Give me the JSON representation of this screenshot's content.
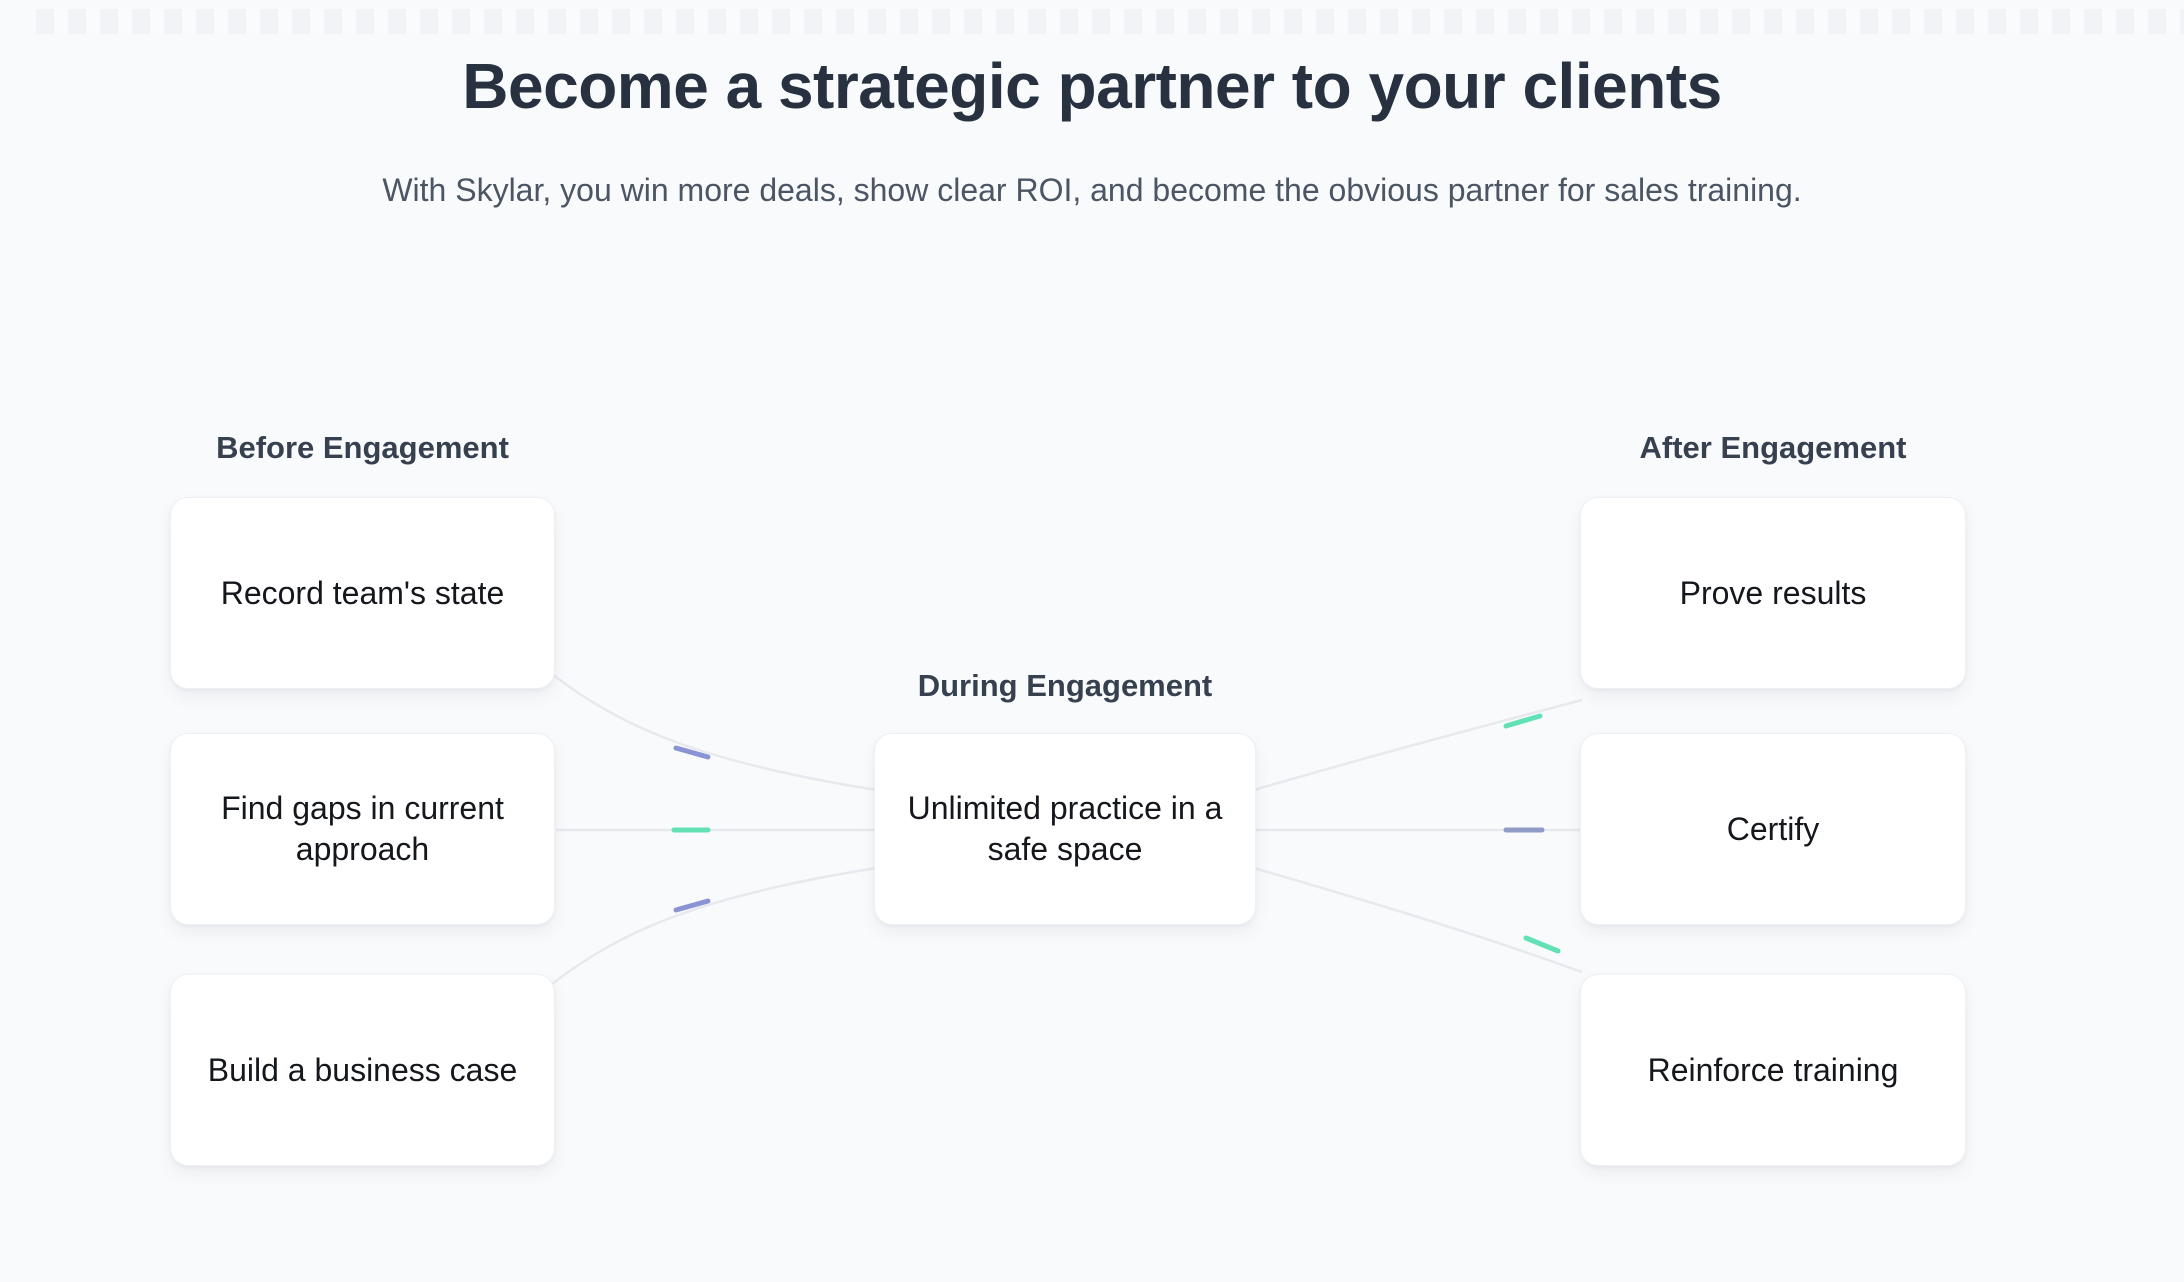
{
  "page": {
    "background_color": "#f8fafc"
  },
  "top_strip": {
    "stripe_color": "#f1f3f7",
    "gap_color": "#fafbfd"
  },
  "header": {
    "title": "Become a strategic partner to your clients",
    "subtitle": "With Skylar, you win more deals, show clear ROI, and become the obvious partner for sales training."
  },
  "diagram": {
    "stages": [
      {
        "label": "Before Engagement",
        "cards": [
          "Record team's state",
          "Find gaps in current approach",
          "Build a business case"
        ]
      },
      {
        "label": "During Engagement",
        "cards": [
          "Unlimited practice in a safe space"
        ]
      },
      {
        "label": "After Engagement",
        "cards": [
          "Prove results",
          "Certify",
          "Reinforce training"
        ]
      }
    ],
    "colors": {
      "connector": "#e7e9ee",
      "pulse_purple": "#8a93d3",
      "pulse_green": "#62e1b5",
      "pulse_slate": "#909bc7"
    }
  }
}
